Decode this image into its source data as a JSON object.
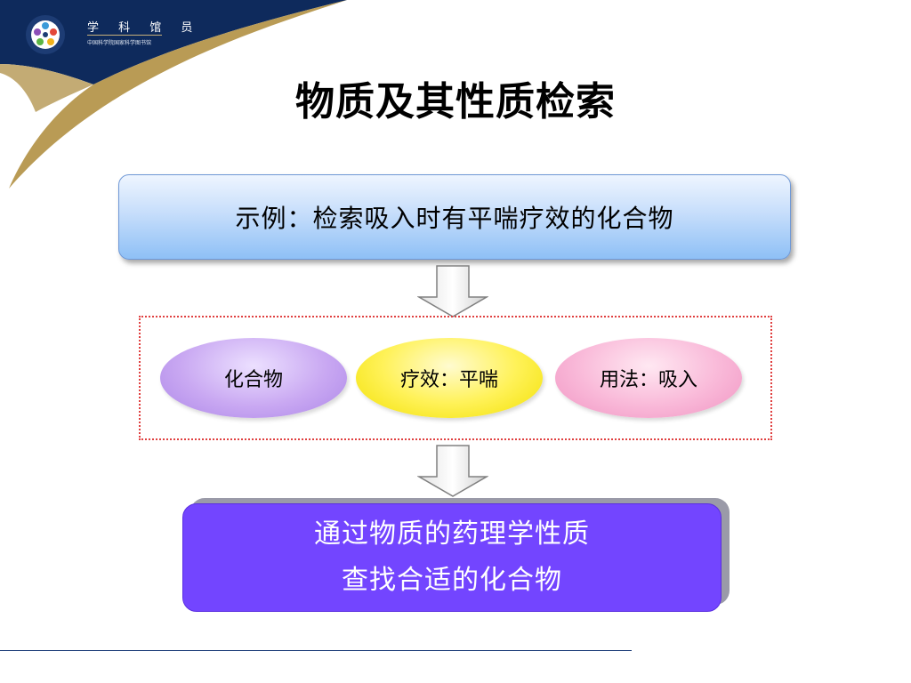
{
  "brand": {
    "name": "学 科 馆 员",
    "subtitle": "中国科学院国家科学图书馆"
  },
  "title": "物质及其性质检索",
  "example": {
    "text": "示例：检索吸入时有平喘疗效的化合物"
  },
  "criteria": [
    {
      "label": "化合物"
    },
    {
      "label": "疗效：平喘"
    },
    {
      "label": "用法：吸入"
    }
  ],
  "result": {
    "line1": "通过物质的药理学性质",
    "line2": "查找合适的化合物"
  },
  "colors": {
    "header_navy": "#0e2a5c",
    "header_gold": "#b99b55",
    "result_purple": "#7345ff",
    "frame_red": "#e04040"
  }
}
